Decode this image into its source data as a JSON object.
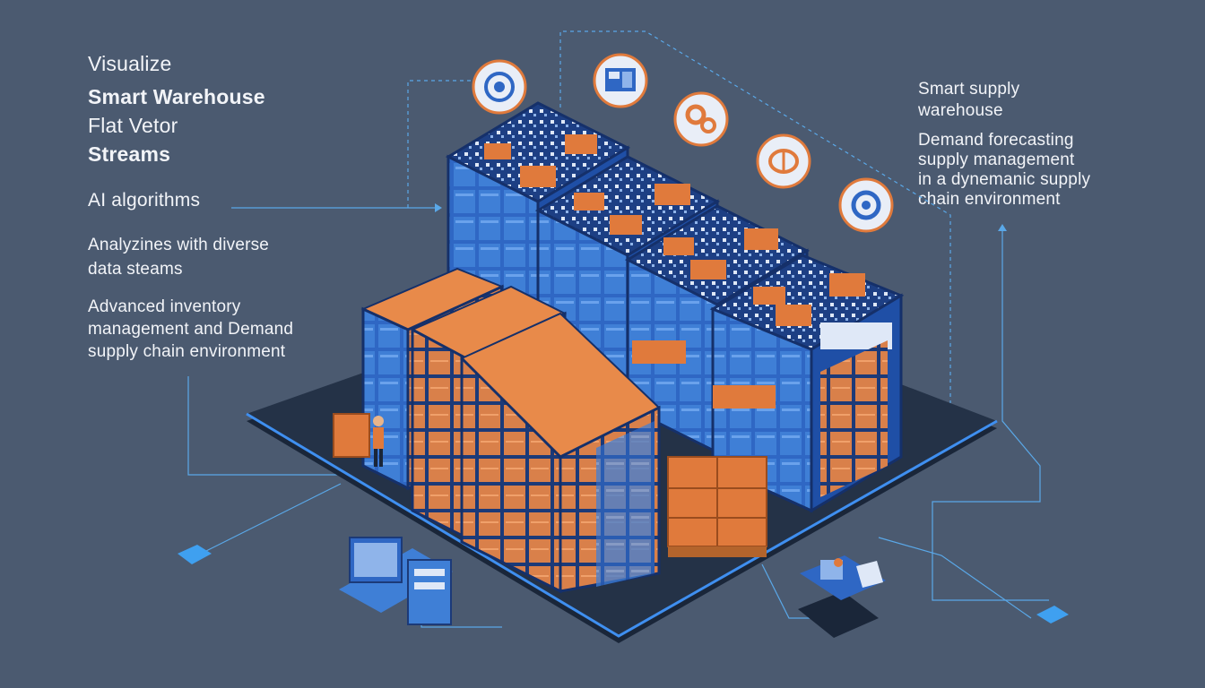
{
  "left_panel": {
    "heading": [
      "Visualize",
      "Smart Warehouse",
      "Flat Vetor",
      "Streams"
    ],
    "ai_label": "AI algorithms",
    "analyzes": [
      "Analyzines  with diverse",
      "data steams"
    ],
    "advanced": [
      "Advanced  inventory",
      "management and Demand",
      "supply chain environment"
    ]
  },
  "right_panel": {
    "title": [
      "Smart supply",
      "warehouse"
    ],
    "body": [
      "Demand forecasting",
      "supply management",
      "in a dynemanic supply",
      "chain environment"
    ]
  },
  "colors": {
    "background": "#4b5a70",
    "platform": "#243247",
    "rack_blue": "#2f67c4",
    "box_orange": "#e07a3c",
    "connector": "#5aa8e8"
  },
  "icons": [
    "network-icon",
    "dashboard-icon",
    "gears-icon",
    "brain-icon",
    "gear-badge-icon"
  ]
}
